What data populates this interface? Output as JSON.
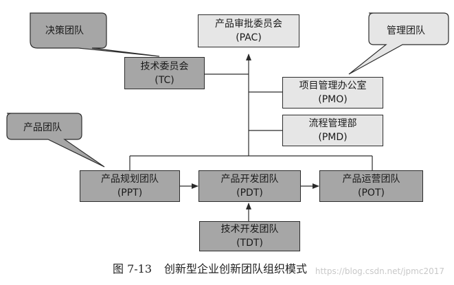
{
  "callouts": {
    "decision": "决策团队",
    "management": "管理团队",
    "product": "产品团队"
  },
  "boxes": {
    "pac": {
      "name": "产品审批委员会",
      "abbr": "(PAC)"
    },
    "tc": {
      "name": "技术委员会",
      "abbr": "(TC)"
    },
    "pmo": {
      "name": "项目管理办公室",
      "abbr": "(PMO)"
    },
    "pmd": {
      "name": "流程管理部",
      "abbr": "(PMD)"
    },
    "ppt": {
      "name": "产品规划团队",
      "abbr": "(PPT)"
    },
    "pdt": {
      "name": "产品开发团队",
      "abbr": "(PDT)"
    },
    "pot": {
      "name": "产品运营团队",
      "abbr": "(POT)"
    },
    "tdt": {
      "name": "技术开发团队",
      "abbr": "(TDT)"
    }
  },
  "caption": {
    "number": "图 7-13",
    "title": "创新型企业创新团队组织模式"
  },
  "watermark": "https://blog.csdn.net/jpmc2017"
}
